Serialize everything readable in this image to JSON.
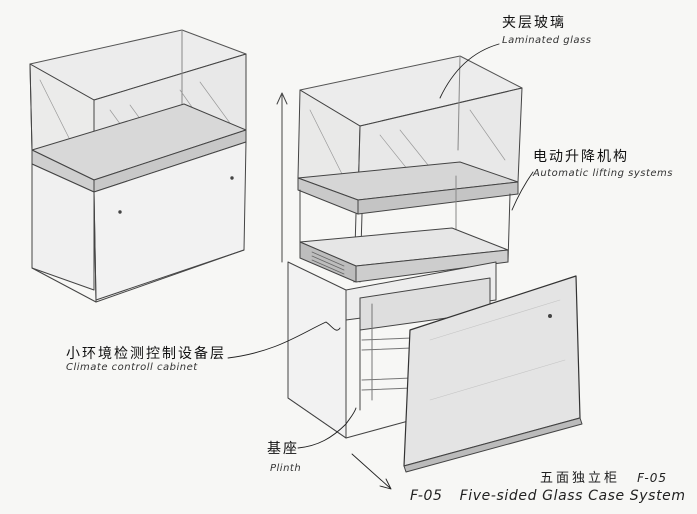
{
  "labels": {
    "laminated_glass": {
      "zh": "夹层玻璃",
      "en": "Laminated glass"
    },
    "lifting_system": {
      "zh": "电动升降机构",
      "en": "Automatic lifting systems"
    },
    "climate_cabinet": {
      "zh": "小环境检测控制设备层",
      "en": "Climate controll cabinet"
    },
    "plinth": {
      "zh": "基座",
      "en": "Plinth"
    }
  },
  "caption": {
    "zh_title": "五面独立柜",
    "zh_code": "F-05",
    "en_code": "F-05",
    "en_title": "Five-sided Glass Case System"
  }
}
